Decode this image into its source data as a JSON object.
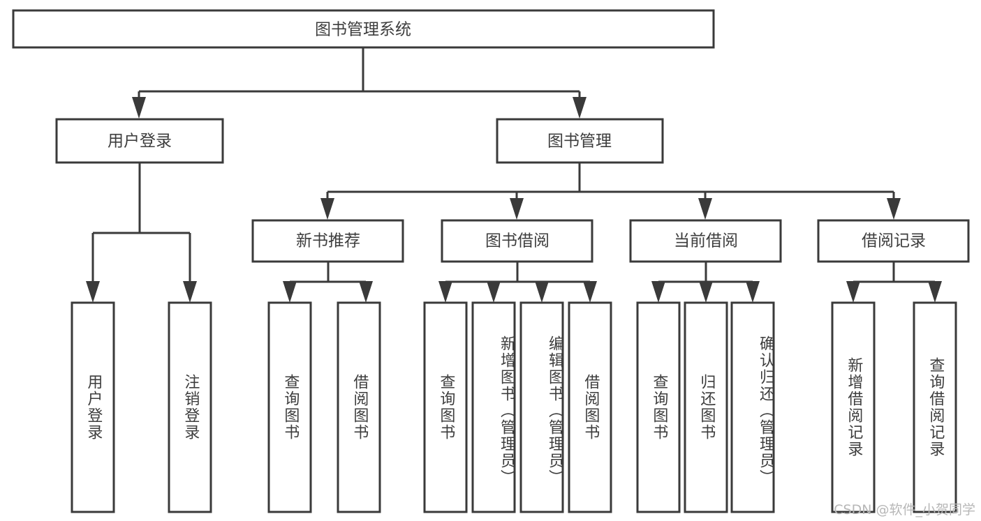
{
  "diagram": {
    "type": "tree",
    "title": "图书管理系统",
    "orientation": "top-down",
    "colors": {
      "box_stroke": "#3a3a3a",
      "box_fill": "#ffffff",
      "text": "#3d3d3d",
      "background": "#ffffff",
      "watermark": "#b7b7b7"
    },
    "root": {
      "label": "图书管理系统"
    },
    "level2": [
      {
        "label": "用户登录"
      },
      {
        "label": "图书管理"
      }
    ],
    "level3": [
      {
        "label": "新书推荐"
      },
      {
        "label": "图书借阅"
      },
      {
        "label": "当前借阅"
      },
      {
        "label": "借阅记录"
      }
    ],
    "leaves": {
      "user_login": [
        {
          "label": "用户登录"
        },
        {
          "label": "注销登录"
        }
      ],
      "new_book_recommend": [
        {
          "label": "查询图书"
        },
        {
          "label": "借阅图书"
        }
      ],
      "book_borrow": [
        {
          "label": "查询图书"
        },
        {
          "label": "新增图书（管理员）"
        },
        {
          "label": "编辑图书（管理员）"
        },
        {
          "label": "借阅图书"
        }
      ],
      "current_borrow": [
        {
          "label": "查询图书"
        },
        {
          "label": "归还图书"
        },
        {
          "label": "确认归还（管理员）"
        }
      ],
      "borrow_record": [
        {
          "label": "新增借阅记录"
        },
        {
          "label": "查询借阅记录"
        }
      ]
    }
  },
  "watermark": {
    "text": "CSDN @软件_小贺同学"
  }
}
